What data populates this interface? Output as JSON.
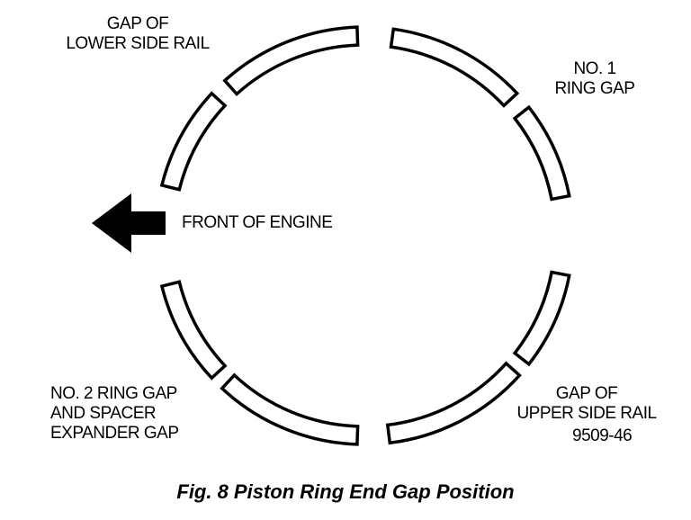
{
  "labels": {
    "lower_rail": [
      "GAP OF",
      "LOWER SIDE RAIL"
    ],
    "no1_ring": [
      "NO. 1",
      "RING GAP"
    ],
    "front": "FRONT OF ENGINE",
    "no2_ring": [
      "NO. 2 RING GAP",
      "AND SPACER",
      "EXPANDER GAP"
    ],
    "upper_rail": [
      "GAP OF",
      "UPPER SIDE RAIL"
    ],
    "figure_code": "9509-46"
  },
  "caption": "Fig. 8 Piston Ring End Gap Position",
  "colors": {
    "ink": "#000000",
    "background": "#ffffff"
  }
}
